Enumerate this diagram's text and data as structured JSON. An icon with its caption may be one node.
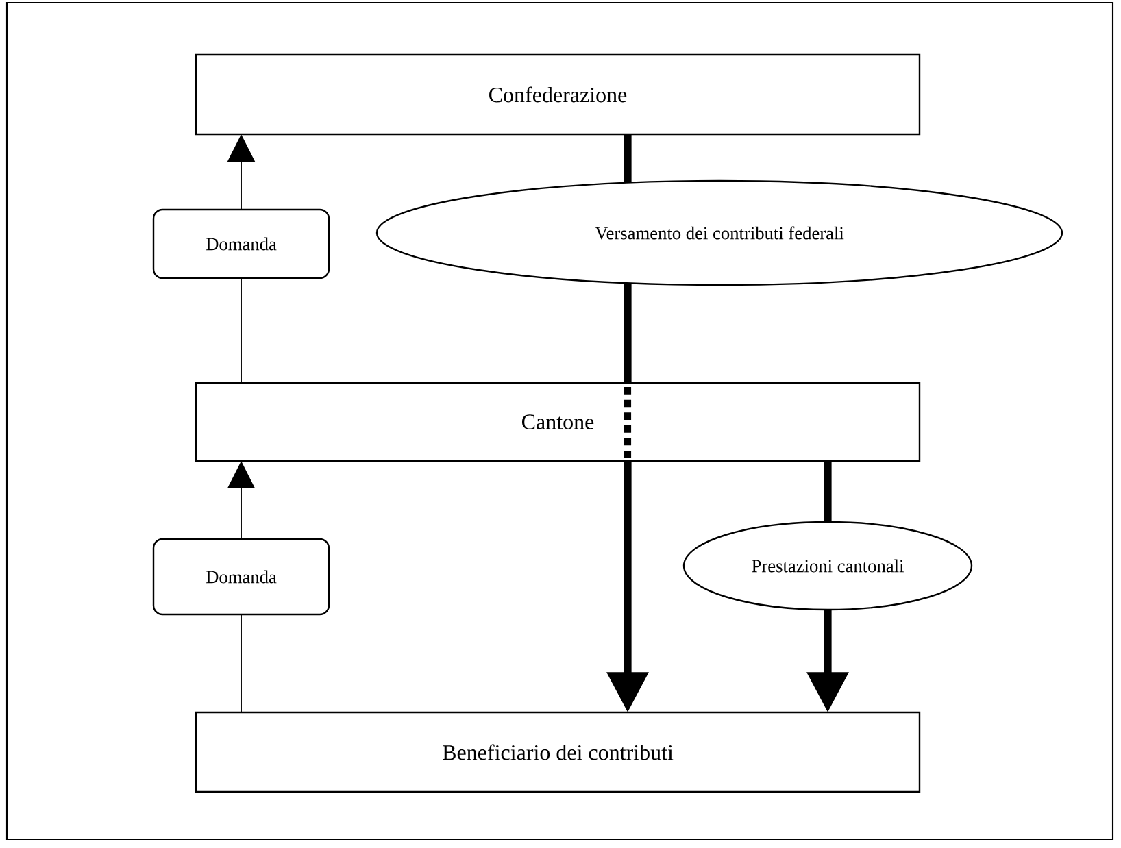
{
  "diagram": {
    "nodes": [
      {
        "text": [
          "Confederazione"
        ]
      },
      {
        "text": [
          "Domanda"
        ]
      },
      {
        "text": [
          "Versamento dei contributi federali"
        ]
      },
      {
        "text": [
          "Cantone"
        ]
      },
      {
        "text": [
          "Domanda"
        ]
      },
      {
        "text": [
          "Prestazioni cantonali"
        ]
      },
      {
        "text": [
          "Beneficiario dei contributi"
        ]
      }
    ],
    "edges": [
      {
        "from": 3,
        "to": 1,
        "arrow": "none"
      },
      {
        "from": 1,
        "to": 0,
        "arrow": "to"
      },
      {
        "from": 0,
        "to": 2,
        "arrow": "none"
      },
      {
        "from": 2,
        "to": 3,
        "arrow": "none"
      },
      {
        "from": 3,
        "to": 6,
        "arrow": "to"
      },
      {
        "from": 6,
        "to": 4,
        "arrow": "none"
      },
      {
        "from": 4,
        "to": 3,
        "arrow": "to"
      },
      {
        "from": 3,
        "to": 5,
        "arrow": "none"
      },
      {
        "from": 5,
        "to": 6,
        "arrow": "to"
      }
    ]
  }
}
